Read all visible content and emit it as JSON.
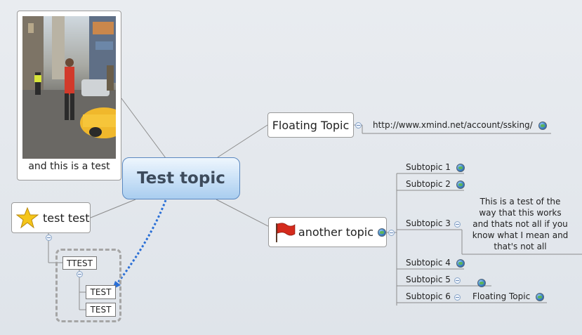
{
  "central_topic": {
    "label": "Test topic"
  },
  "image_topic": {
    "caption": "and this is a test",
    "image": "street-scene-photo"
  },
  "floating_topic": {
    "label": "Floating Topic",
    "hyperlink_text": "http://www.xmind.net/account/ssking/"
  },
  "another_topic": {
    "label": "another topic",
    "marker": "red-flag-icon",
    "subtopics": [
      {
        "label": "Subtopic 1"
      },
      {
        "label": "Subtopic 2"
      },
      {
        "label": "Subtopic 3",
        "note": [
          "This is a test of the",
          "way that this works",
          "and thats not all if you",
          "know what I mean and",
          "that's not all"
        ]
      },
      {
        "label": "Subtopic 4"
      },
      {
        "label": "Subtopic 5"
      },
      {
        "label": "Subtopic 6",
        "child": "Floating Topic"
      }
    ]
  },
  "test_test_topic": {
    "label": "test test",
    "marker": "star-icon",
    "boundary_child": "TTEST",
    "boundary_grandchildren": [
      "TEST",
      "TEST"
    ]
  },
  "colors": {
    "central_fill": "#a9cdef",
    "relationship_line": "#2a6fd6",
    "flag": "#d42a1c",
    "star": "#f5c518"
  }
}
